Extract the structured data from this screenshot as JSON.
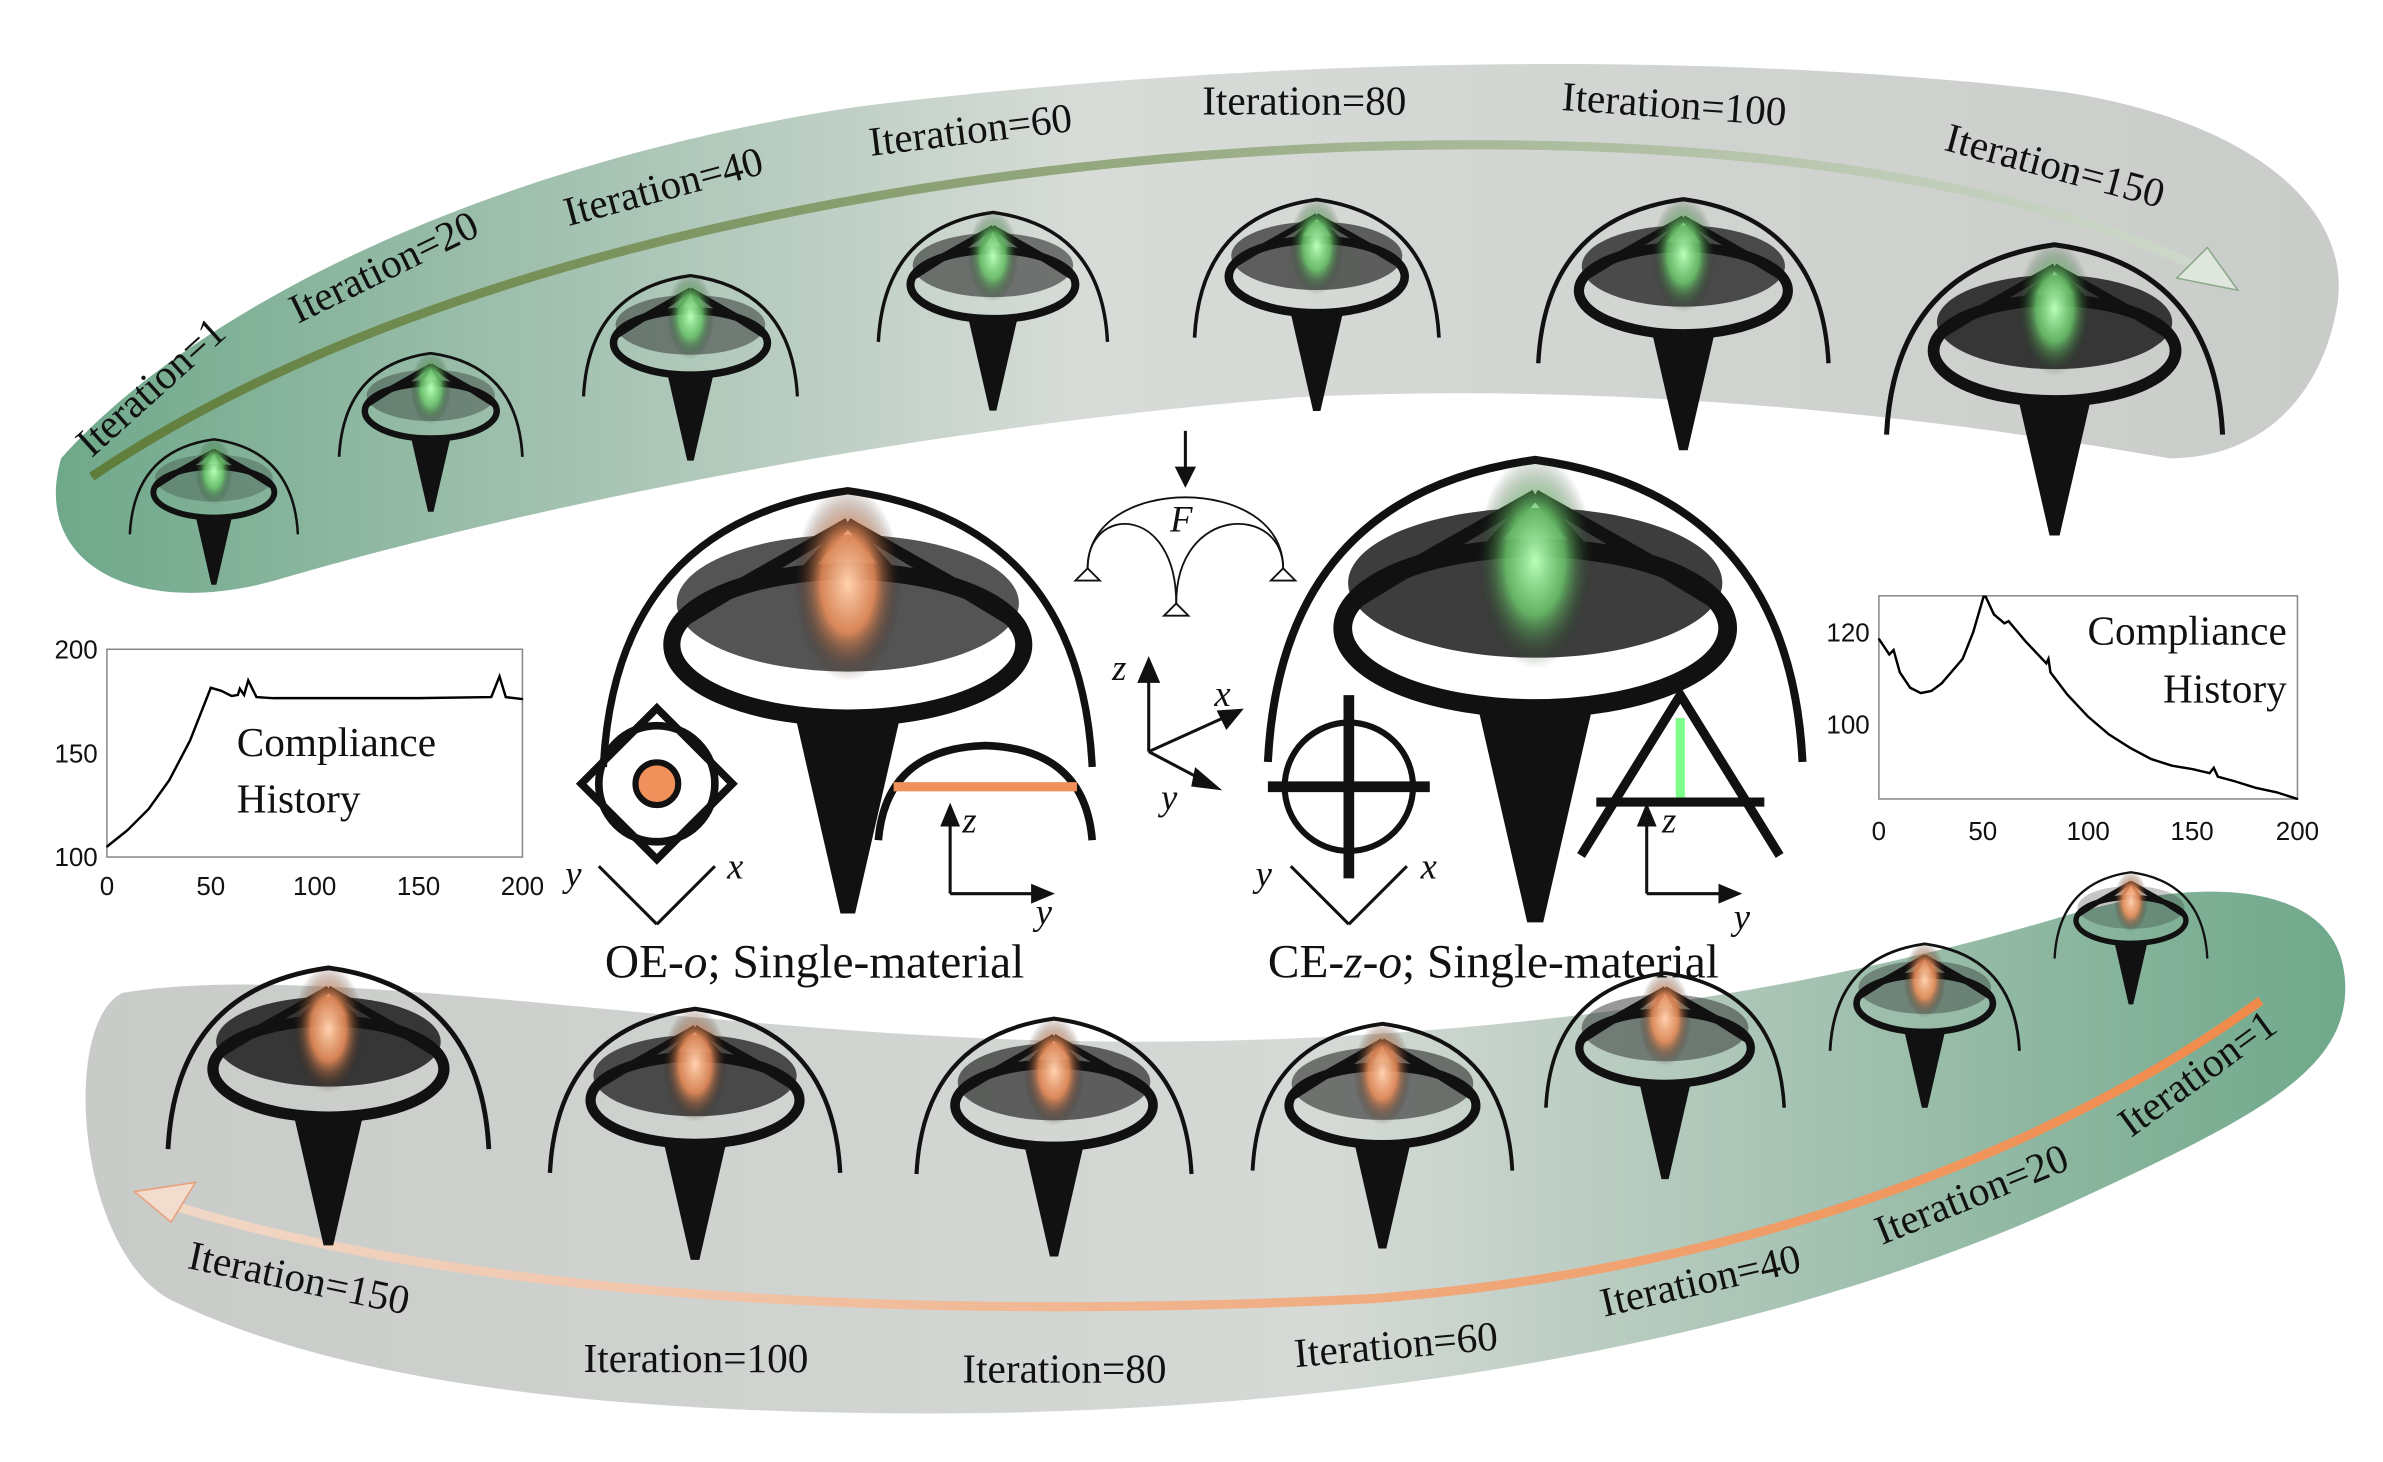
{
  "top_sequence": {
    "material_color": "#7dff8a",
    "labels": [
      "Iteration=1",
      "Iteration=20",
      "Iteration=40",
      "Iteration=60",
      "Iteration=80",
      "Iteration=100",
      "Iteration=150"
    ]
  },
  "bottom_sequence": {
    "material_color": "#ff9a66",
    "labels": [
      "Iteration=150",
      "Iteration=100",
      "Iteration=80",
      "Iteration=60",
      "Iteration=40",
      "Iteration=20",
      "Iteration=1"
    ]
  },
  "center": {
    "left_caption": {
      "prefix": "OE-",
      "italic": "o",
      "suffix": "; Single-material"
    },
    "right_caption": {
      "prefix": "CE-",
      "italic": "z-o",
      "suffix": "; Single-material"
    },
    "force_label": "F",
    "axes": {
      "z": "z",
      "x": "x",
      "y": "y"
    }
  },
  "chart_data": [
    {
      "type": "line",
      "title": "Compliance History",
      "title_lines": [
        "Compliance",
        "History"
      ],
      "xlim": [
        0,
        200
      ],
      "ylim": [
        100,
        200
      ],
      "xticks": [
        "0",
        "50",
        "100",
        "150",
        "200"
      ],
      "yticks": [
        "100",
        "150",
        "200"
      ],
      "x": [
        0,
        10,
        20,
        30,
        40,
        50,
        55,
        60,
        63,
        64,
        66,
        68,
        72,
        80,
        100,
        150,
        185,
        189,
        192,
        200
      ],
      "y": [
        105,
        113,
        123,
        137,
        156,
        181.5,
        180,
        177.5,
        178,
        181,
        178,
        185,
        177,
        176.5,
        176.5,
        176.5,
        177,
        187,
        177,
        176
      ]
    },
    {
      "type": "line",
      "title": "Compliance History",
      "title_lines": [
        "Compliance",
        "History"
      ],
      "xlim": [
        0,
        200
      ],
      "ylim": [
        82.5,
        128.2
      ],
      "xticks": [
        "0",
        "50",
        "100",
        "150",
        "200"
      ],
      "yticks": [
        "100",
        "120"
      ],
      "x": [
        0,
        5,
        7,
        10,
        15,
        20,
        25,
        30,
        40,
        45,
        50,
        51,
        55,
        60,
        62,
        70,
        80,
        81,
        82,
        90,
        100,
        110,
        120,
        130,
        140,
        150,
        158,
        160,
        162,
        170,
        180,
        190,
        200
      ],
      "y": [
        118.5,
        115,
        116,
        111,
        107.5,
        106.3,
        106.8,
        108.5,
        114,
        120,
        128,
        128,
        124,
        122,
        122.5,
        118,
        113,
        114,
        111,
        106,
        101,
        97,
        94,
        91.5,
        90,
        89.2,
        88.3,
        89.5,
        87.5,
        86.5,
        85,
        84,
        82.5
      ]
    }
  ]
}
